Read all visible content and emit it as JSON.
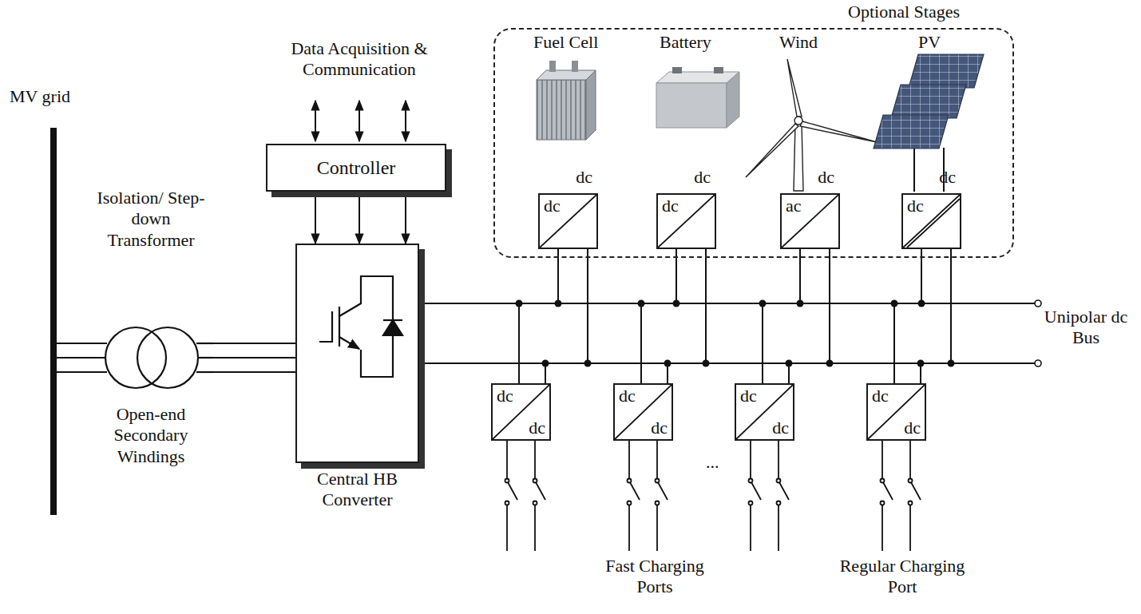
{
  "diagram": {
    "nodes": [
      {
        "text": [
          "Isolation/ Step-down Transformer",
          "Open-end Secondary Windings"
        ]
      },
      {
        "text": [
          "Controller"
        ]
      },
      {
        "text": [
          "Central HB Converter"
        ]
      },
      {
        "text": [
          "Optional Stages"
        ]
      },
      {
        "text": [
          "dc",
          "dc"
        ],
        "in": 3
      },
      {
        "text": [
          "dc",
          "dc"
        ],
        "in": 3
      },
      {
        "text": [
          "ac",
          "dc"
        ],
        "in": 3
      },
      {
        "text": [
          "dc",
          "dc"
        ],
        "in": 3
      },
      {
        "text": [
          "dc",
          "dc"
        ]
      },
      {
        "text": [
          "dc",
          "dc"
        ]
      },
      {
        "text": [
          "dc",
          "dc"
        ]
      },
      {
        "text": [
          "dc",
          "dc"
        ]
      }
    ],
    "edges": [
      {
        "from": 1,
        "to": 2,
        "arrow": "to"
      },
      {
        "from": 0,
        "to": 2,
        "arrow": "none"
      },
      {
        "from": 2,
        "to": 4,
        "arrow": "none"
      },
      {
        "from": 2,
        "to": 5,
        "arrow": "none"
      },
      {
        "from": 2,
        "to": 6,
        "arrow": "none"
      },
      {
        "from": 2,
        "to": 7,
        "arrow": "none"
      },
      {
        "from": 2,
        "to": 8,
        "arrow": "none"
      },
      {
        "from": 2,
        "to": 9,
        "arrow": "none"
      },
      {
        "from": 2,
        "to": 10,
        "arrow": "none"
      },
      {
        "from": 2,
        "to": 11,
        "arrow": "none"
      }
    ],
    "labels": [
      "MV grid",
      "Data Acquisition & Communication",
      "Fuel Cell",
      "Battery",
      "Wind",
      "PV",
      "Unipolar dc Bus",
      "...",
      "Fast Charging Ports",
      "Regular Charging Port"
    ]
  }
}
